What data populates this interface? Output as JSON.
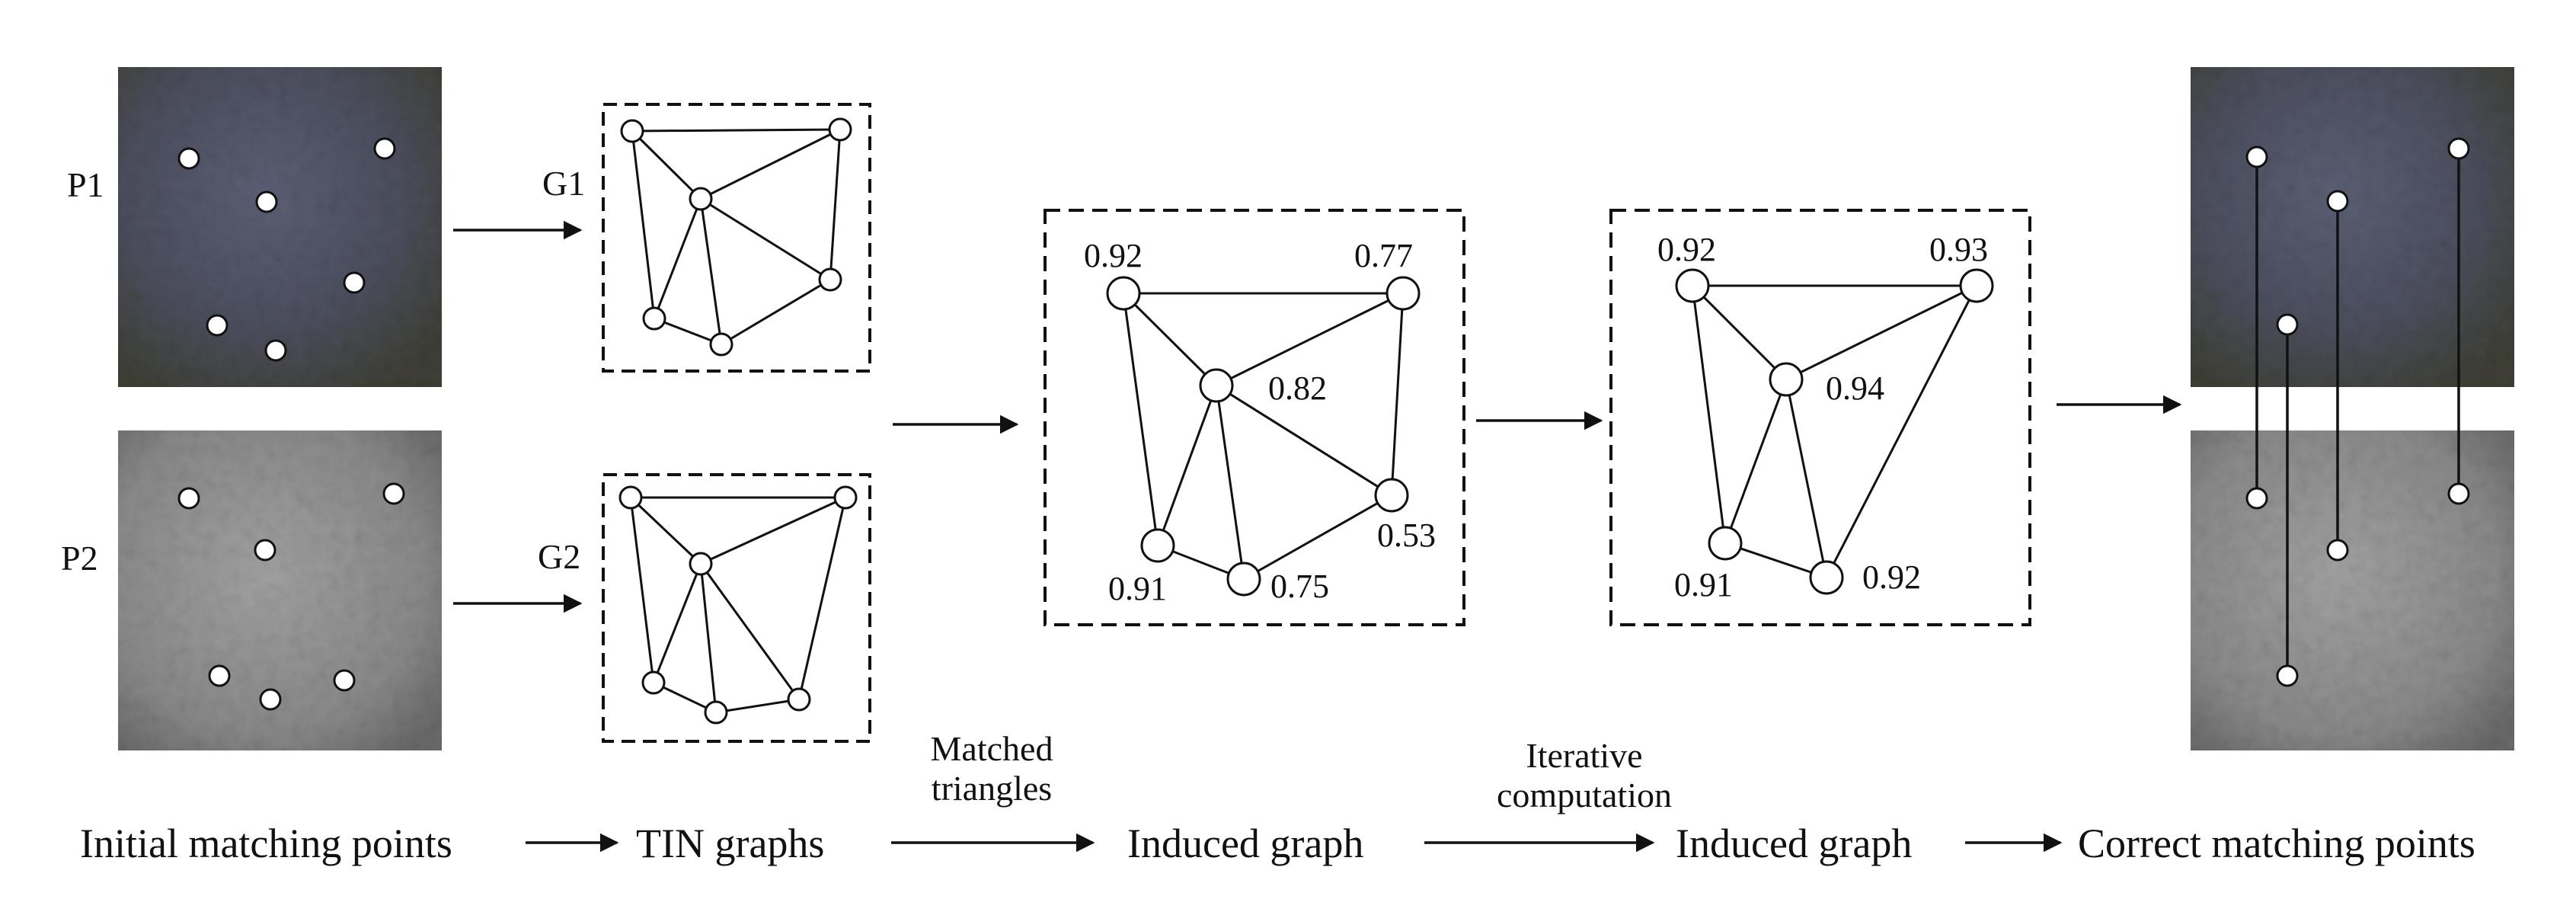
{
  "images": {
    "p1_label": "P1",
    "p2_label": "P2"
  },
  "tin_graphs": {
    "g1_label": "G1",
    "g2_label": "G2"
  },
  "induced_graph_1": {
    "node_values": [
      "0.92",
      "0.77",
      "0.82",
      "0.53",
      "0.91",
      "0.75"
    ]
  },
  "induced_graph_2": {
    "node_values": [
      "0.92",
      "0.93",
      "0.94",
      "0.91",
      "0.92"
    ]
  },
  "pipeline": {
    "step_initial": "Initial matching points",
    "step_tin": "TIN graphs",
    "transition_matched_line1": "Matched",
    "transition_matched_line2": "triangles",
    "step_induced_1": "Induced graph",
    "transition_iterative_line1": "Iterative",
    "transition_iterative_line2": "computation",
    "step_induced_2": "Induced graph",
    "step_correct": "Correct matching points"
  },
  "colors": {
    "p1_image": "#4a4c58",
    "p2_image": "#8c8c8c",
    "stroke": "#111111"
  }
}
